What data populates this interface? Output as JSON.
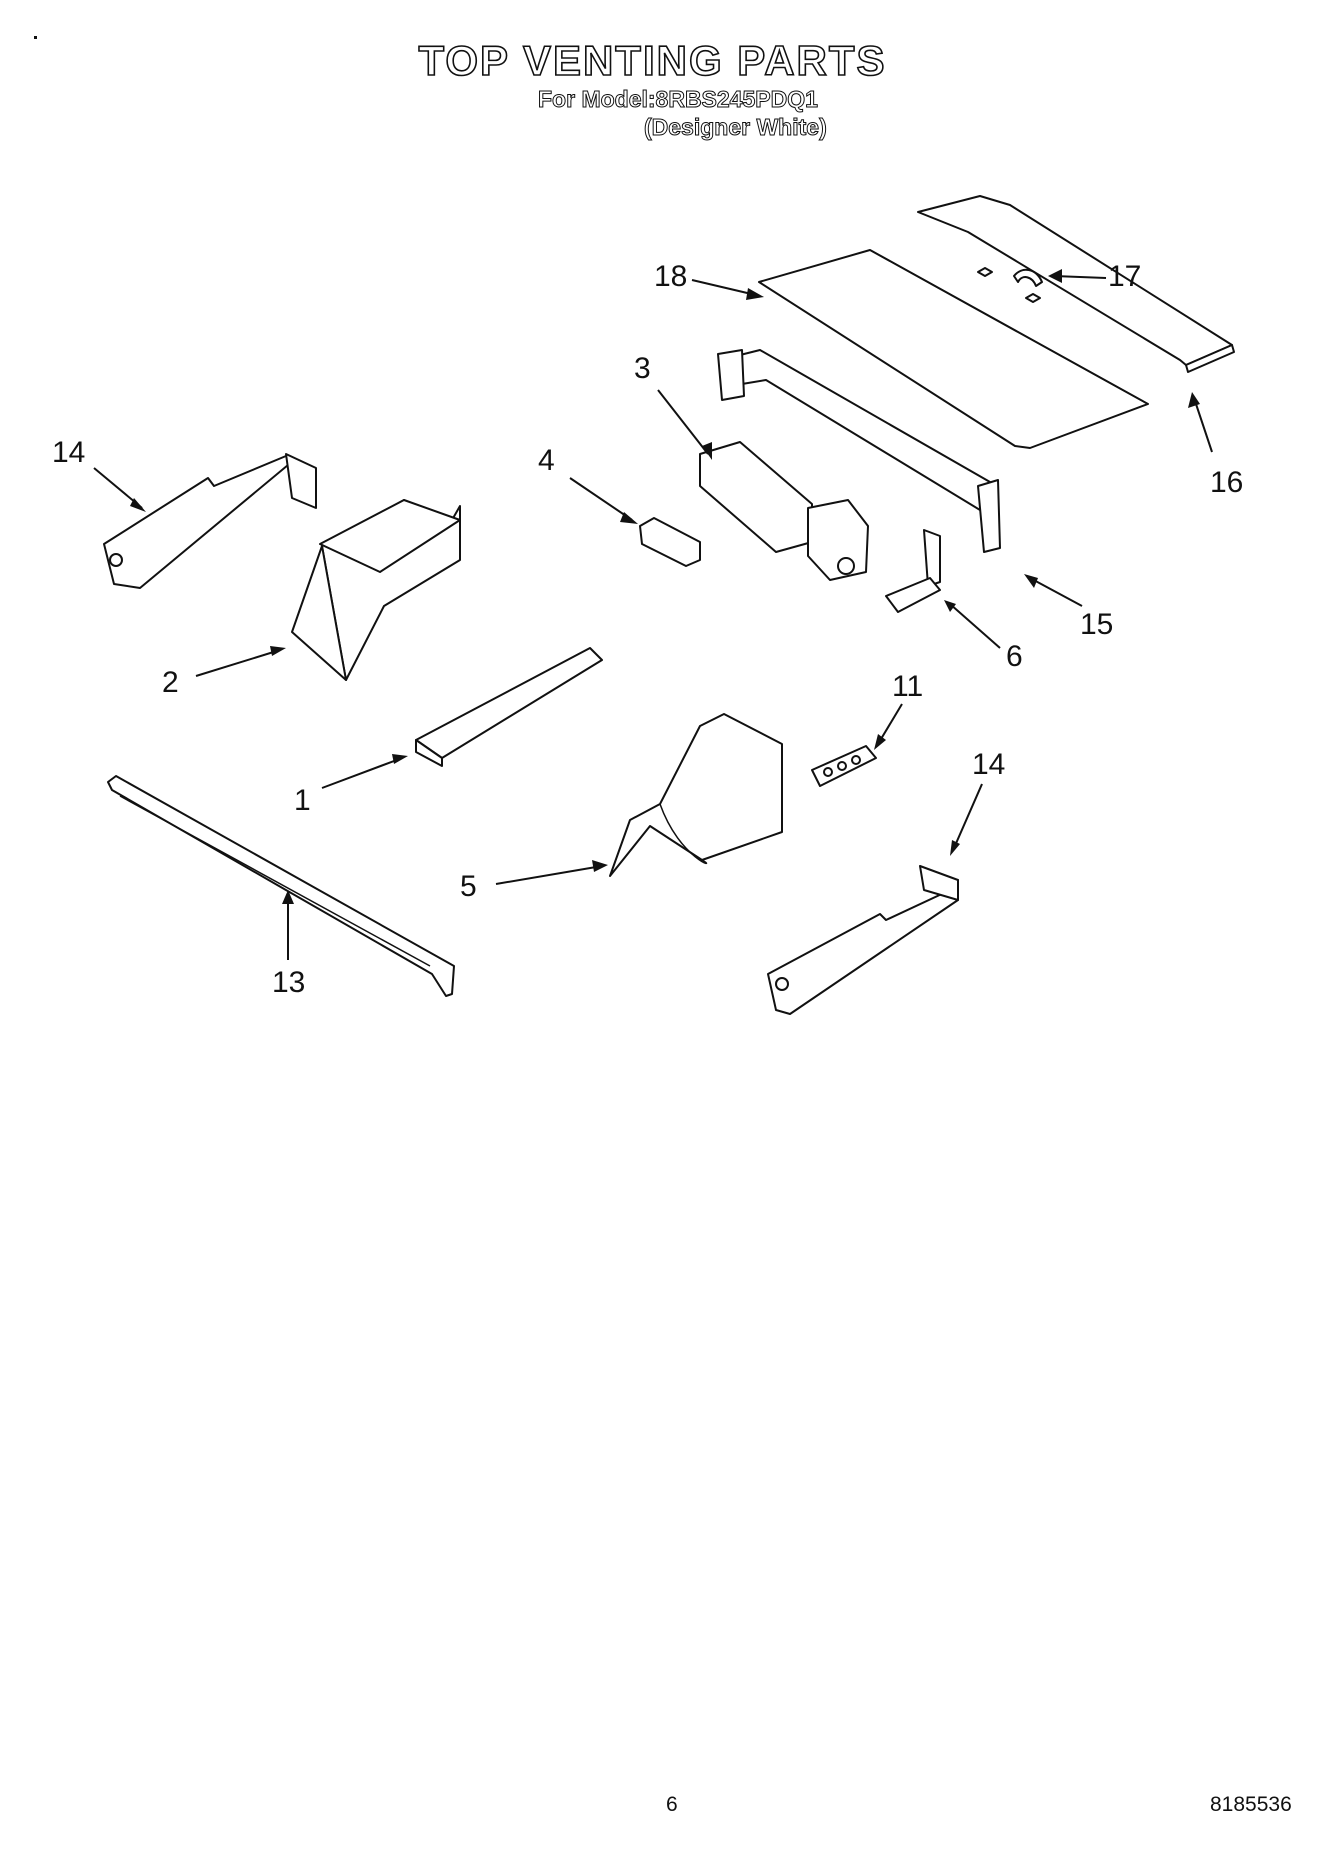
{
  "header": {
    "title": "TOP VENTING PARTS",
    "model_line": "For Model:8RBS245PDQ1",
    "variant": "(Designer White)"
  },
  "callouts": [
    {
      "id": "c1",
      "label": "1"
    },
    {
      "id": "c2",
      "label": "2"
    },
    {
      "id": "c3",
      "label": "3"
    },
    {
      "id": "c4",
      "label": "4"
    },
    {
      "id": "c5",
      "label": "5"
    },
    {
      "id": "c6",
      "label": "6"
    },
    {
      "id": "c11",
      "label": "11"
    },
    {
      "id": "c13",
      "label": "13"
    },
    {
      "id": "c14a",
      "label": "14"
    },
    {
      "id": "c14b",
      "label": "14"
    },
    {
      "id": "c15",
      "label": "15"
    },
    {
      "id": "c16",
      "label": "16"
    },
    {
      "id": "c17",
      "label": "17"
    },
    {
      "id": "c18",
      "label": "18"
    }
  ],
  "footer": {
    "page_number": "6",
    "doc_code": "8185536"
  }
}
